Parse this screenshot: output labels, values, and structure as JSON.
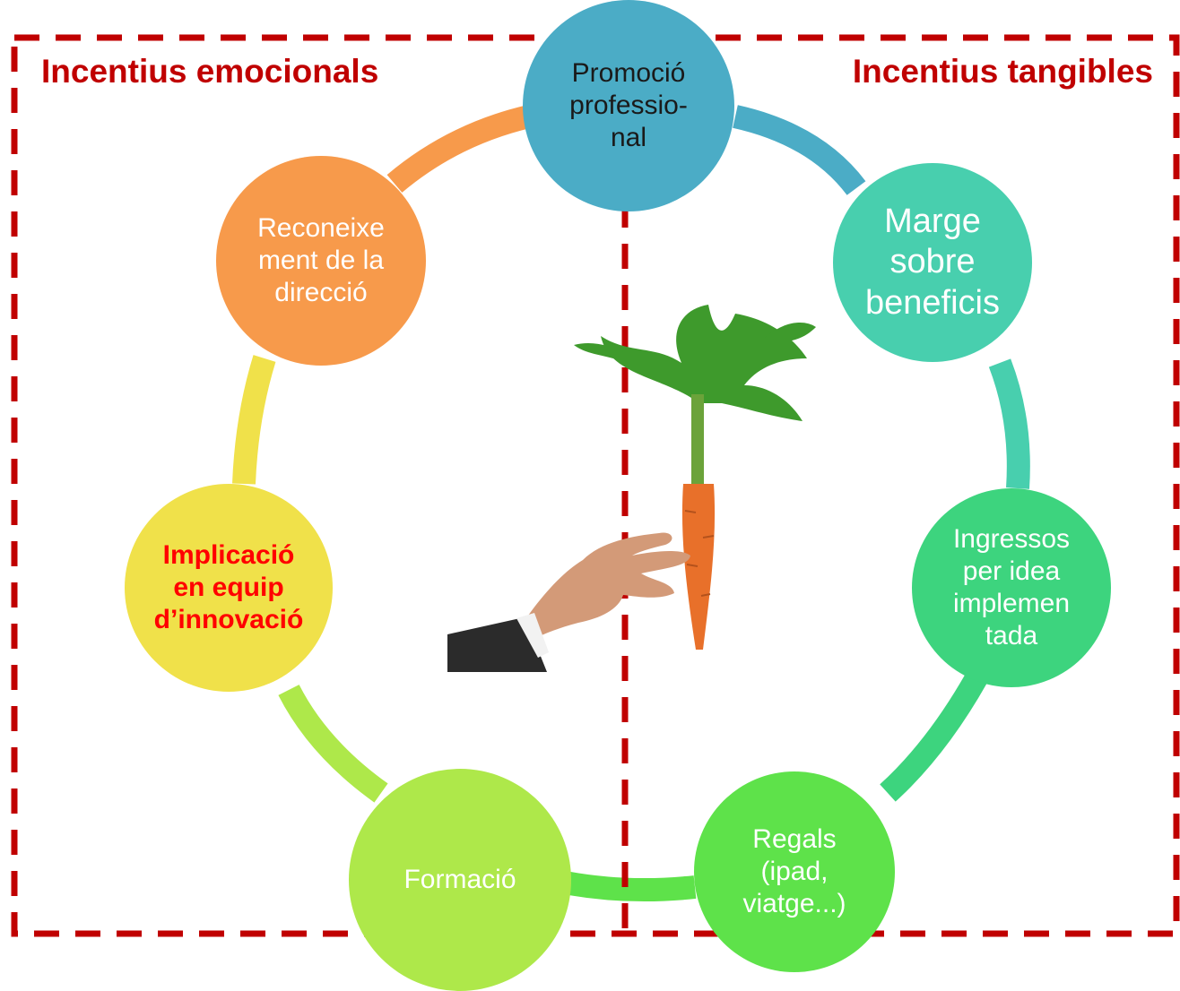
{
  "regions": {
    "left_title": "Incentius emocionals",
    "right_title": "Incentius tangibles"
  },
  "nodes": {
    "promocio": "Promoció\nprofessio-\nnal",
    "marge": "Marge\nsobre\nbeneficis",
    "ingressos": "Ingressos\nper idea\nimplemen\ntada",
    "regals": "Regals\n(ipad,\nviatge...)",
    "formacio": "Formació",
    "implicacio": "Implicació\nen equip\nd’innovació",
    "reconeixement": "Reconeixe\nment de la\ndirecció"
  },
  "colors": {
    "border_dash": "#c00000",
    "title_text": "#c00000",
    "highlight_text": "#ff0000",
    "promocio": "#4bacc6",
    "marge": "#48cfae",
    "ingressos": "#3dd47e",
    "regals": "#5ee24a",
    "formacio": "#aee84a",
    "implicacio": "#f0e14a",
    "reconeixement": "#f79a4b"
  },
  "illustration": "hand-reaching-for-carrot"
}
